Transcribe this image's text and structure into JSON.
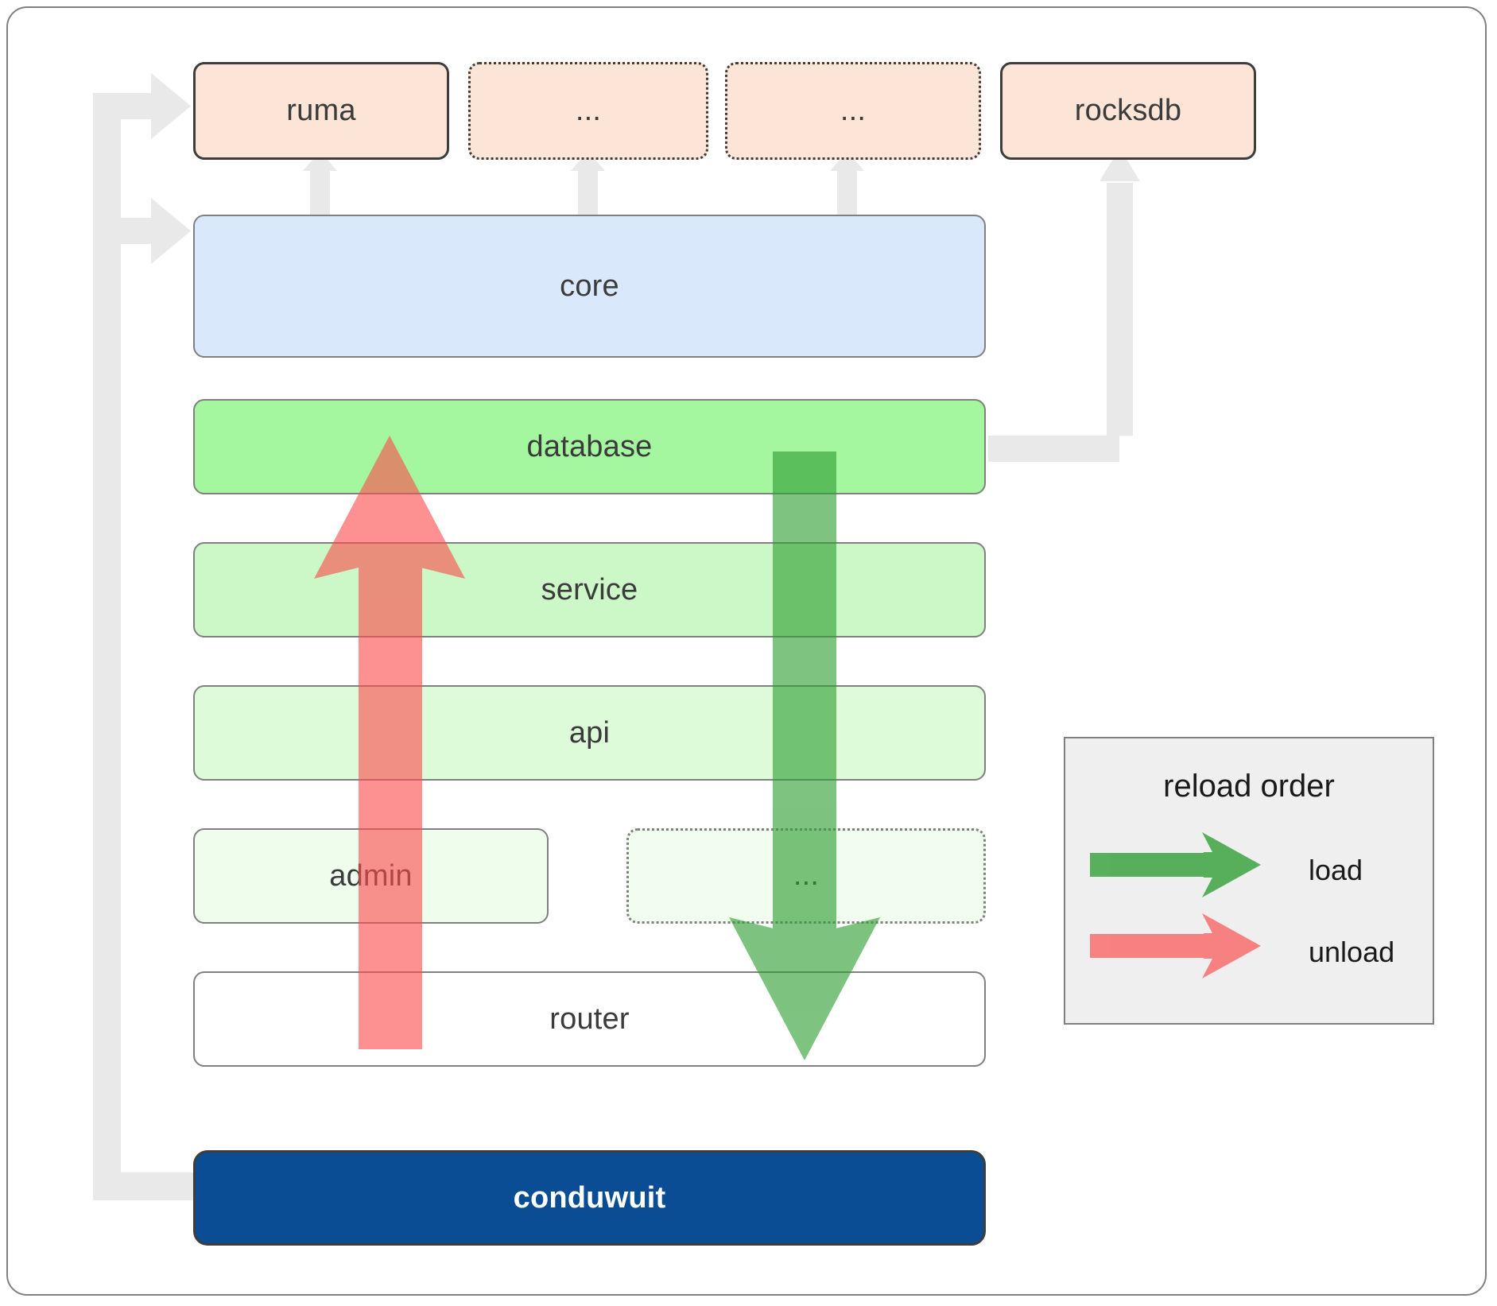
{
  "diagram": {
    "title": "conduwuit crate architecture / reload order",
    "type": "layered-architecture",
    "top_dependencies": [
      {
        "label": "ruma",
        "style": "solid",
        "fill": "#fce4d6"
      },
      {
        "label": "...",
        "style": "dotted",
        "fill": "#fce4d6"
      },
      {
        "label": "...",
        "style": "dotted",
        "fill": "#fce4d6"
      },
      {
        "label": "rocksdb",
        "style": "solid",
        "fill": "#fce4d6"
      }
    ],
    "core": {
      "label": "core",
      "fill": "#dae8fc"
    },
    "layers": [
      {
        "label": "database",
        "fill": "#a4f79f",
        "style": "solid"
      },
      {
        "label": "service",
        "fill": "#ccf7c6",
        "style": "solid"
      },
      {
        "label": "api",
        "fill": "#defbd9",
        "style": "solid"
      }
    ],
    "split_row": [
      {
        "label": "admin",
        "fill": "#eefdec",
        "style": "solid"
      },
      {
        "label": "...",
        "fill": "#f1fdef",
        "style": "dotted"
      }
    ],
    "router": {
      "label": "router",
      "fill": "#ffffff",
      "style": "solid"
    },
    "binary": {
      "label": "conduwuit",
      "fill": "#0a4d94",
      "text_color": "#ffffff"
    }
  },
  "legend": {
    "title": "reload order",
    "items": [
      {
        "label": "load",
        "color": "#4caf50",
        "direction": "down"
      },
      {
        "label": "unload",
        "color": "#f96a6a",
        "direction": "up"
      }
    ]
  },
  "colors": {
    "frame_border": "#808080",
    "connector_gray": "#e9e9e9",
    "dark_border": "#3d3d3d",
    "gray_border": "#808080",
    "legend_bg": "#efefef",
    "load_green": "#4caf50",
    "unload_red": "#f96a6a",
    "text_dark": "#3b3b3b"
  }
}
